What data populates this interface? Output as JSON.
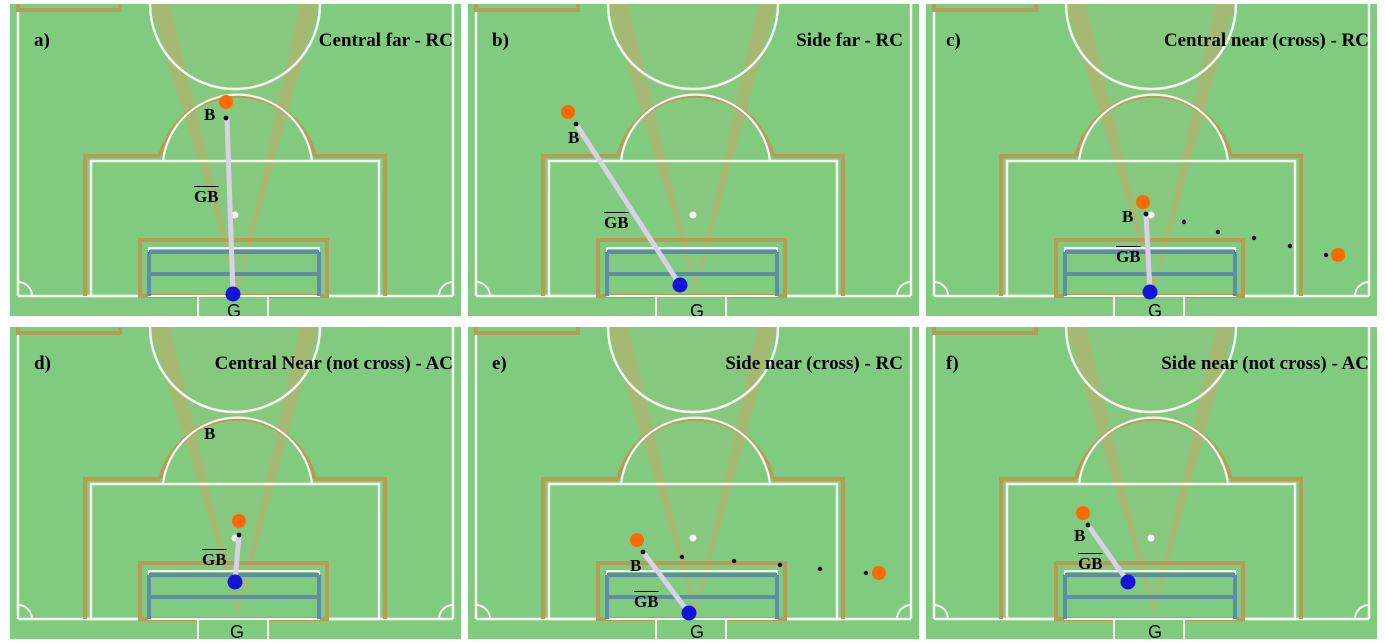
{
  "labels": {
    "ball": "B",
    "goal": "G",
    "segment": "GB"
  },
  "colors": {
    "pitch": "#80cb80",
    "line": "#f7f7f0",
    "cone": "#b6a46c",
    "box_outline": "#b59d58",
    "goal_frame": "#5d8ea6",
    "ball": "#ff6a00",
    "keeper": "#1414d9",
    "segment": "#d9d2e6"
  },
  "panels": [
    {
      "tag": "a)",
      "title": "Central far - RC"
    },
    {
      "tag": "b)",
      "title": "Side far - RC"
    },
    {
      "tag": "c)",
      "title": "Central near (cross) - RC"
    },
    {
      "tag": "d)",
      "title": "Central Near (not cross) - AC"
    },
    {
      "tag": "e)",
      "title": "Side near (cross) - RC"
    },
    {
      "tag": "f)",
      "title": "Side near (not cross) - AC"
    }
  ]
}
